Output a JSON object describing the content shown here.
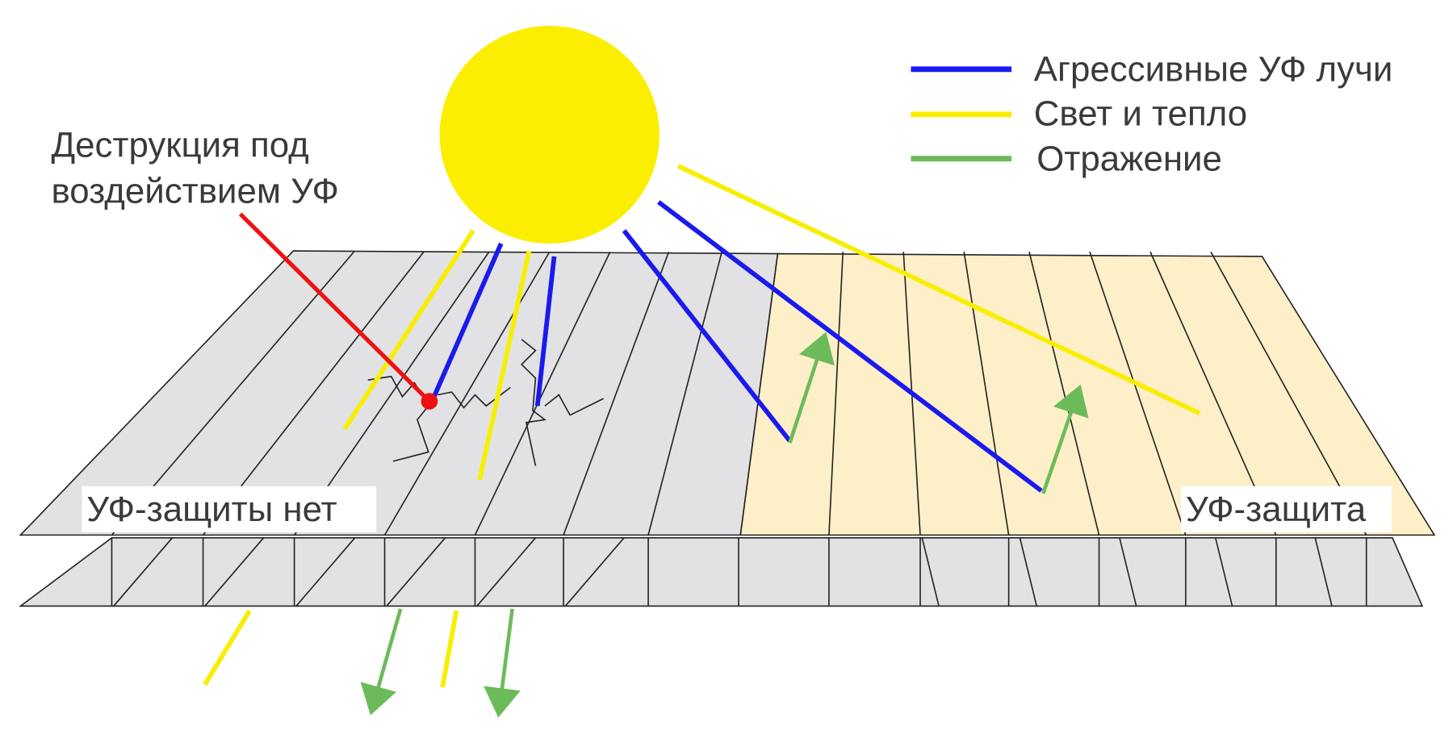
{
  "labels": {
    "destruction_line1": "Деструкция под",
    "destruction_line2": "воздействием УФ",
    "no_protection": "УФ-защиты нет",
    "protection": "УФ-защита"
  },
  "legend": [
    {
      "label": "Агрессивные УФ лучи",
      "color": "#1a1aee"
    },
    {
      "label": "Свет и тепло",
      "color": "#f8ee00"
    },
    {
      "label": "Отражение",
      "color": "#6cbb5a"
    }
  ],
  "colors": {
    "sun": "#fcee00",
    "unprotected": "#e2e2e4",
    "protected": "#fdefc8",
    "pointer": "#ee1111"
  }
}
